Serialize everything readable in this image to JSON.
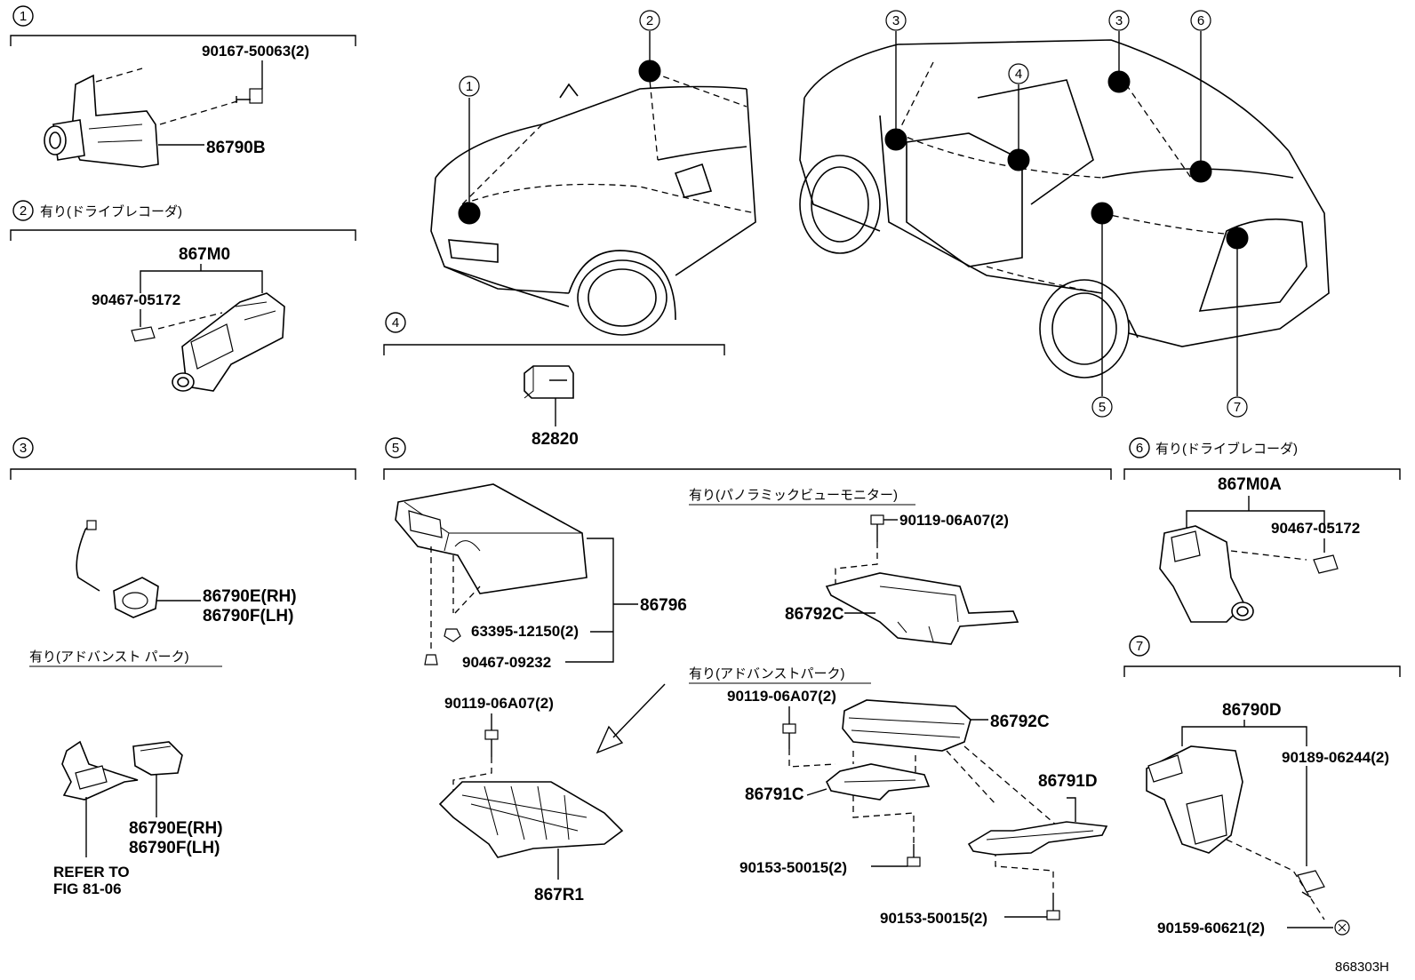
{
  "diagram_code": "868303H",
  "sections": [
    {
      "num": "1",
      "note": ""
    },
    {
      "num": "2",
      "note": "有り(ドライブレコーダ)"
    },
    {
      "num": "3",
      "note": ""
    },
    {
      "num": "4",
      "note": ""
    },
    {
      "num": "5",
      "note": ""
    },
    {
      "num": "6",
      "note": "有り(ドライブレコーダ)"
    },
    {
      "num": "7",
      "note": ""
    }
  ],
  "sub_notes": {
    "advanced_park_3": "有り(アドバンスト パーク)",
    "panoramic_5": "有り(パノラミックビューモニター)",
    "advanced_park_5": "有り(アドバンストパーク)"
  },
  "reference": {
    "line1": "REFER TO",
    "line2": "FIG 81-06"
  },
  "parts": {
    "s1_bolt": "90167-50063(2)",
    "s1_camera": "86790B",
    "s2_assy": "867M0",
    "s2_clip": "90467-05172",
    "s3_rh": "86790E(RH)",
    "s3_lh": "86790F(LH)",
    "s3b_rh": "86790E(RH)",
    "s3b_lh": "86790F(LH)",
    "s4_switch": "82820",
    "s5_ecu": "86796",
    "s5_nut": "63395-12150(2)",
    "s5_clip": "90467-09232",
    "s5_bolt_a": "90119-06A07(2)",
    "s5_bracket_a": "867R1",
    "s5_bolt_b": "90119-06A07(2)",
    "s5_ecu_b": "86792C",
    "s5_bolt_c": "90119-06A07(2)",
    "s5_ecu_c": "86792C",
    "s5_bracket_c": "86791C",
    "s5_bracket_d": "86791D",
    "s5_bolt_d": "90153-50015(2)",
    "s5_bolt_e": "90153-50015(2)",
    "s6_assy": "867M0A",
    "s6_clip": "90467-05172",
    "s7_camera": "86790D",
    "s7_clip": "90189-06244(2)",
    "s7_screw": "90159-60621(2)"
  },
  "callouts": [
    "1",
    "2",
    "3",
    "3",
    "4",
    "5",
    "6",
    "7"
  ]
}
